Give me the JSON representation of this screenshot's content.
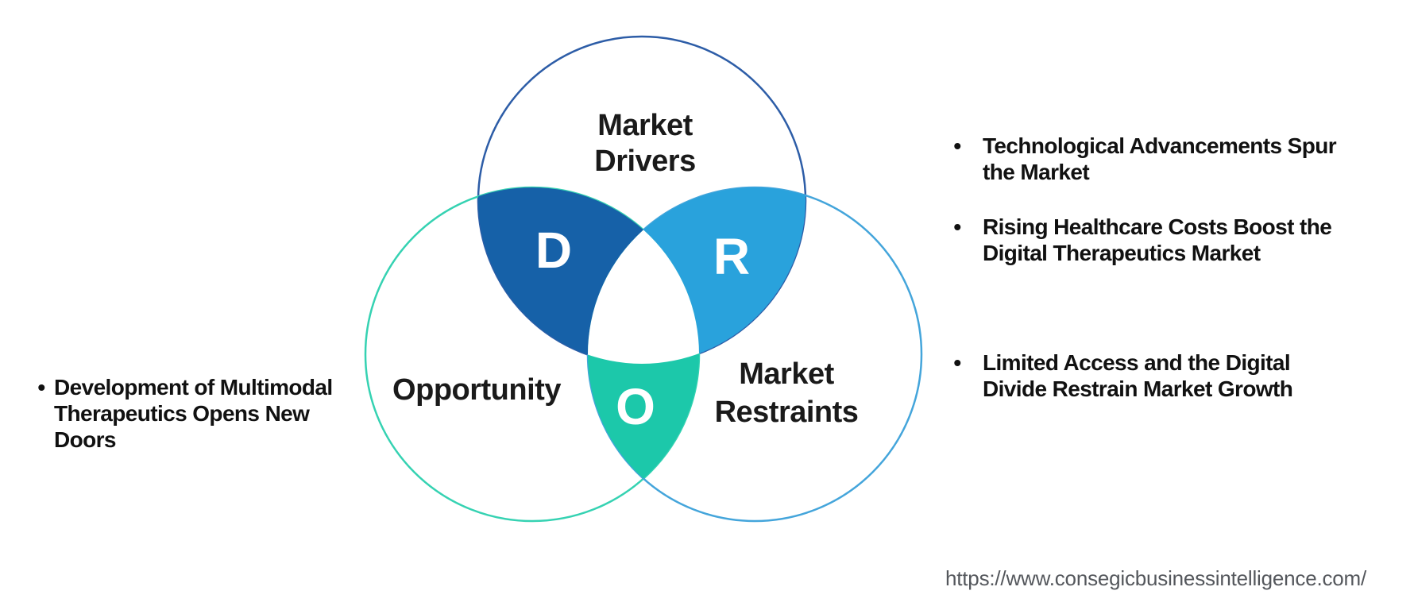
{
  "venn": {
    "drivers": {
      "label_line1": "Market",
      "label_line2": "Drivers",
      "letter": "D",
      "outline_color": "#2d5da7",
      "overlap_fill": "#1661a8"
    },
    "opportunity": {
      "label": "Opportunity",
      "letter": "O",
      "outline_color": "#35d2b2",
      "overlap_fill": "#1cc8aa"
    },
    "restraints": {
      "label_line1": "Market",
      "label_line2": "Restraints",
      "letter": "R",
      "outline_color": "#44a5db",
      "overlap_fill": "#29a2dc"
    },
    "center_fill": "#ffffff"
  },
  "icons": {
    "bullet": "•"
  },
  "left_bullets": [
    {
      "lines": [
        "Development of Multimodal",
        "Therapeutics Opens New",
        "Doors"
      ]
    }
  ],
  "right_bullets": [
    {
      "lines": [
        "Technological Advancements Spur",
        "the Market"
      ]
    },
    {
      "lines": [
        "Rising Healthcare Costs Boost the",
        "Digital Therapeutics Market"
      ]
    },
    {
      "lines": [
        "Limited Access and the Digital",
        "Divide Restrain Market Growth"
      ]
    }
  ],
  "footer": {
    "url": "https://www.consegicbusinessintelligence.com/"
  }
}
